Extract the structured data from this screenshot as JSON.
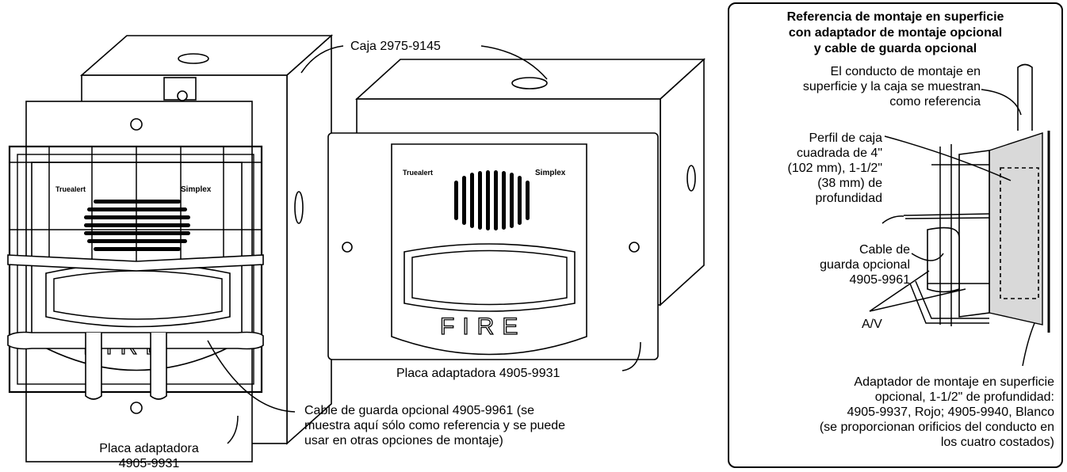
{
  "left_device": {
    "box_label": "Caja 2975-9145",
    "strobe_text": "FIRE",
    "brand_left": "Truealert",
    "brand_right": "Simplex",
    "adapter_plate_label": [
      "Placa adaptadora",
      "4905-9931"
    ],
    "guard_label": [
      "Cable de guarda opcional 4905-9961 (se",
      "muestra aquí sólo como referencia y se puede",
      "usar en otras opciones de montaje)"
    ]
  },
  "center_device": {
    "strobe_text": "FIRE",
    "brand_left": "Truealert",
    "brand_right": "Simplex",
    "adapter_plate_label": "Placa adaptadora 4905-9931"
  },
  "side_panel": {
    "title": [
      "Referencia de montaje en superficie",
      "con adaptador de montaje opcional",
      "y cable de guarda opcional"
    ],
    "conduit_label": [
      "El conducto de montaje en",
      "superficie y la caja se muestran",
      "como referencia"
    ],
    "box_profile_label": [
      "Perfil de caja",
      "cuadrada de 4\"",
      "(102 mm), 1-1/2\"",
      "(38 mm) de",
      "profundidad"
    ],
    "guard_label": [
      "Cable de",
      "guarda opcional",
      "4905-9961"
    ],
    "av_label": "A/V",
    "adapter_label": [
      "Adaptador de montaje en superficie",
      "opcional, 1-1/2\" de profundidad:",
      "4905-9937, Rojo; 4905-9940, Blanco",
      "(se proporcionan orificios del conducto en",
      "los cuatro costados)"
    ]
  }
}
